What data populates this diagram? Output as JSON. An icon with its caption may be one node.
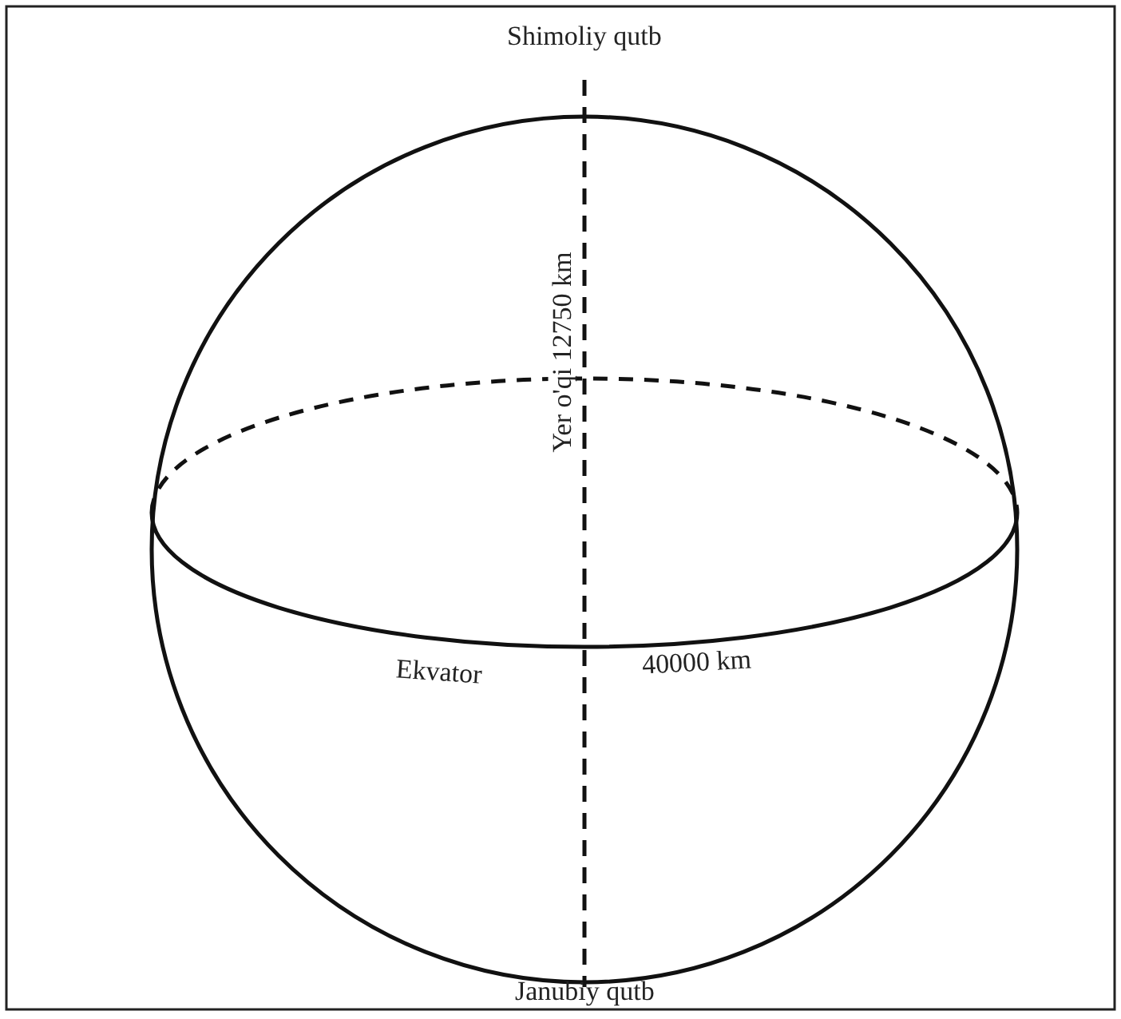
{
  "diagram": {
    "labels": [
      "Shimoliy qutb",
      "Yer o'qi 12750 km",
      "Ekvator",
      "40000 km",
      "Janubiy qutb"
    ]
  }
}
